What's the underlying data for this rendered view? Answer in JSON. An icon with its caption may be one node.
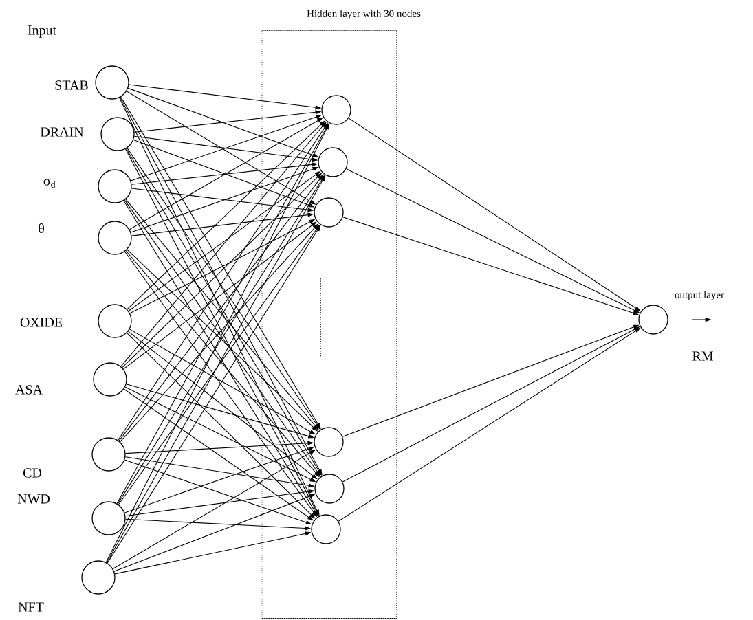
{
  "diagram": {
    "nodes": [
      {
        "text": [],
        "shape": "circle",
        "beside": [
          "STAB"
        ]
      },
      {
        "text": [],
        "shape": "circle",
        "beside": [
          "DRAIN"
        ]
      },
      {
        "text": [],
        "shape": "circle",
        "beside": [
          "σ$_{d}$"
        ]
      },
      {
        "text": [],
        "shape": "circle",
        "beside": [
          "θ"
        ]
      },
      {
        "text": [],
        "shape": "circle",
        "beside": [
          "OXIDE"
        ]
      },
      {
        "text": [],
        "shape": "circle",
        "beside": [
          "ASA"
        ]
      },
      {
        "text": [],
        "shape": "circle",
        "beside": [
          "CD"
        ]
      },
      {
        "text": [],
        "shape": "circle",
        "beside": [
          "NWD"
        ]
      },
      {
        "text": [],
        "shape": "circle",
        "beside": [
          "NFT"
        ]
      },
      {
        "text": [
          "Hidden layer with 30 nodes"
        ]
      },
      {
        "text": [],
        "shape": "circle",
        "in": 9
      },
      {
        "text": [],
        "shape": "circle",
        "in": 9
      },
      {
        "text": [],
        "shape": "circle",
        "in": 9
      },
      {
        "text": [],
        "shape": "circle",
        "in": 9
      },
      {
        "text": [],
        "shape": "circle",
        "in": 9
      },
      {
        "text": [],
        "shape": "circle",
        "in": 9
      },
      {
        "text": [],
        "shape": "circle",
        "beside": [
          "output layer",
          "RM"
        ]
      }
    ],
    "edges": [
      {
        "from": 0,
        "to": 10,
        "arrow": "to"
      },
      {
        "from": 0,
        "to": 11,
        "arrow": "to"
      },
      {
        "from": 0,
        "to": 12,
        "arrow": "to"
      },
      {
        "from": 0,
        "to": 13,
        "arrow": "to"
      },
      {
        "from": 0,
        "to": 14,
        "arrow": "to"
      },
      {
        "from": 0,
        "to": 15,
        "arrow": "to"
      },
      {
        "from": 1,
        "to": 10,
        "arrow": "to"
      },
      {
        "from": 1,
        "to": 11,
        "arrow": "to"
      },
      {
        "from": 1,
        "to": 12,
        "arrow": "to"
      },
      {
        "from": 1,
        "to": 13,
        "arrow": "to"
      },
      {
        "from": 1,
        "to": 14,
        "arrow": "to"
      },
      {
        "from": 1,
        "to": 15,
        "arrow": "to"
      },
      {
        "from": 2,
        "to": 10,
        "arrow": "to"
      },
      {
        "from": 2,
        "to": 11,
        "arrow": "to"
      },
      {
        "from": 2,
        "to": 12,
        "arrow": "to"
      },
      {
        "from": 2,
        "to": 13,
        "arrow": "to"
      },
      {
        "from": 2,
        "to": 14,
        "arrow": "to"
      },
      {
        "from": 2,
        "to": 15,
        "arrow": "to"
      },
      {
        "from": 3,
        "to": 10,
        "arrow": "to"
      },
      {
        "from": 3,
        "to": 11,
        "arrow": "to"
      },
      {
        "from": 3,
        "to": 12,
        "arrow": "to"
      },
      {
        "from": 3,
        "to": 13,
        "arrow": "to"
      },
      {
        "from": 3,
        "to": 14,
        "arrow": "to"
      },
      {
        "from": 3,
        "to": 15,
        "arrow": "to"
      },
      {
        "from": 4,
        "to": 10,
        "arrow": "to"
      },
      {
        "from": 4,
        "to": 11,
        "arrow": "to"
      },
      {
        "from": 4,
        "to": 12,
        "arrow": "to"
      },
      {
        "from": 4,
        "to": 13,
        "arrow": "to"
      },
      {
        "from": 4,
        "to": 14,
        "arrow": "to"
      },
      {
        "from": 4,
        "to": 15,
        "arrow": "to"
      },
      {
        "from": 5,
        "to": 10,
        "arrow": "to"
      },
      {
        "from": 5,
        "to": 11,
        "arrow": "to"
      },
      {
        "from": 5,
        "to": 12,
        "arrow": "to"
      },
      {
        "from": 5,
        "to": 13,
        "arrow": "to"
      },
      {
        "from": 5,
        "to": 14,
        "arrow": "to"
      },
      {
        "from": 5,
        "to": 15,
        "arrow": "to"
      },
      {
        "from": 6,
        "to": 10,
        "arrow": "to"
      },
      {
        "from": 6,
        "to": 11,
        "arrow": "to"
      },
      {
        "from": 6,
        "to": 12,
        "arrow": "to"
      },
      {
        "from": 6,
        "to": 13,
        "arrow": "to"
      },
      {
        "from": 6,
        "to": 14,
        "arrow": "to"
      },
      {
        "from": 6,
        "to": 15,
        "arrow": "to"
      },
      {
        "from": 7,
        "to": 10,
        "arrow": "to"
      },
      {
        "from": 7,
        "to": 11,
        "arrow": "to"
      },
      {
        "from": 7,
        "to": 12,
        "arrow": "to"
      },
      {
        "from": 7,
        "to": 13,
        "arrow": "to"
      },
      {
        "from": 7,
        "to": 14,
        "arrow": "to"
      },
      {
        "from": 7,
        "to": 15,
        "arrow": "to"
      },
      {
        "from": 8,
        "to": 10,
        "arrow": "to"
      },
      {
        "from": 8,
        "to": 11,
        "arrow": "to"
      },
      {
        "from": 8,
        "to": 12,
        "arrow": "to"
      },
      {
        "from": 8,
        "to": 13,
        "arrow": "to"
      },
      {
        "from": 8,
        "to": 14,
        "arrow": "to"
      },
      {
        "from": 8,
        "to": 15,
        "arrow": "to"
      },
      {
        "from": 10,
        "to": 16,
        "arrow": "to"
      },
      {
        "from": 11,
        "to": 16,
        "arrow": "to"
      },
      {
        "from": 12,
        "to": 16,
        "arrow": "to"
      },
      {
        "from": 13,
        "to": 16,
        "arrow": "to"
      },
      {
        "from": 14,
        "to": 16,
        "arrow": "to"
      },
      {
        "from": 15,
        "to": 16,
        "arrow": "to"
      },
      {
        "from": 16,
        "to": null,
        "arrow": "to"
      }
    ],
    "labels": [
      "Input"
    ]
  }
}
